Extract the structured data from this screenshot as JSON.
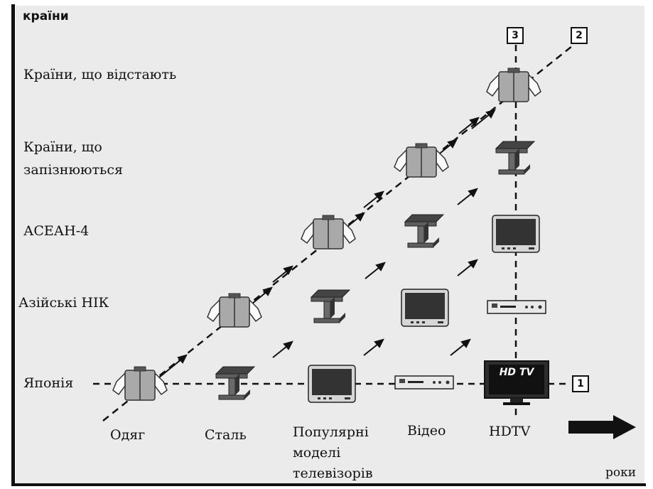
{
  "y_axis_title": "країни",
  "x_axis_title": "роки",
  "rows": [
    "Країни, що відстають",
    "Країни, що",
    "запізнюються",
    "АСЕАН-4",
    "Азійські НІК",
    "Японія"
  ],
  "columns": [
    "Одяг",
    "Сталь",
    "Популярні",
    "моделі",
    "телевізорів",
    "Відео",
    "HDTV"
  ],
  "path_markers": [
    "3",
    "2",
    "1"
  ],
  "hdtv_logo": "HD TV"
}
